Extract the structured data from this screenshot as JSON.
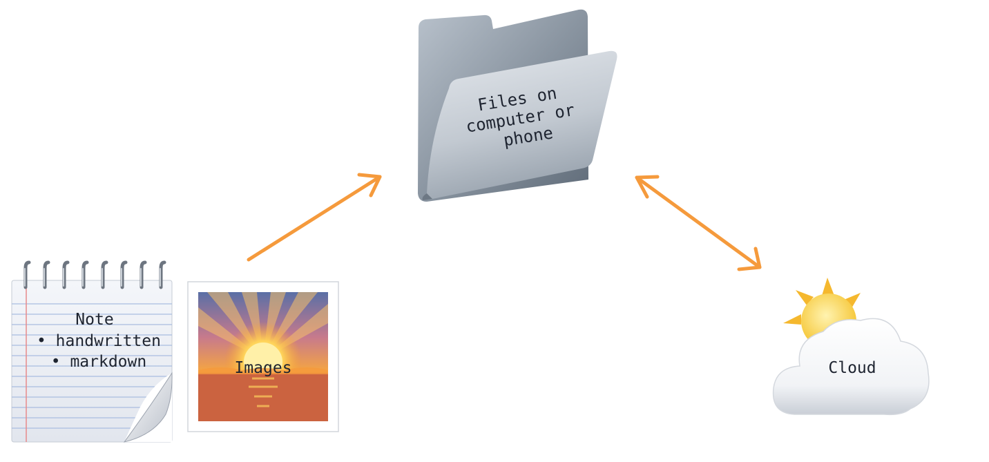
{
  "folder": {
    "label_lines": [
      "Files on",
      "computer or",
      "phone"
    ],
    "icon": "folder-icon"
  },
  "note": {
    "title": "Note",
    "items": [
      "• handwritten",
      "• markdown"
    ],
    "icon": "notepad-icon"
  },
  "images": {
    "label": "Images",
    "icon": "sunset-photo-icon"
  },
  "cloud": {
    "label": "Cloud",
    "icon": "sun-behind-cloud-icon"
  },
  "colors": {
    "arrow": "#f59a3c",
    "text": "#1e2430",
    "background": "#ffffff"
  }
}
